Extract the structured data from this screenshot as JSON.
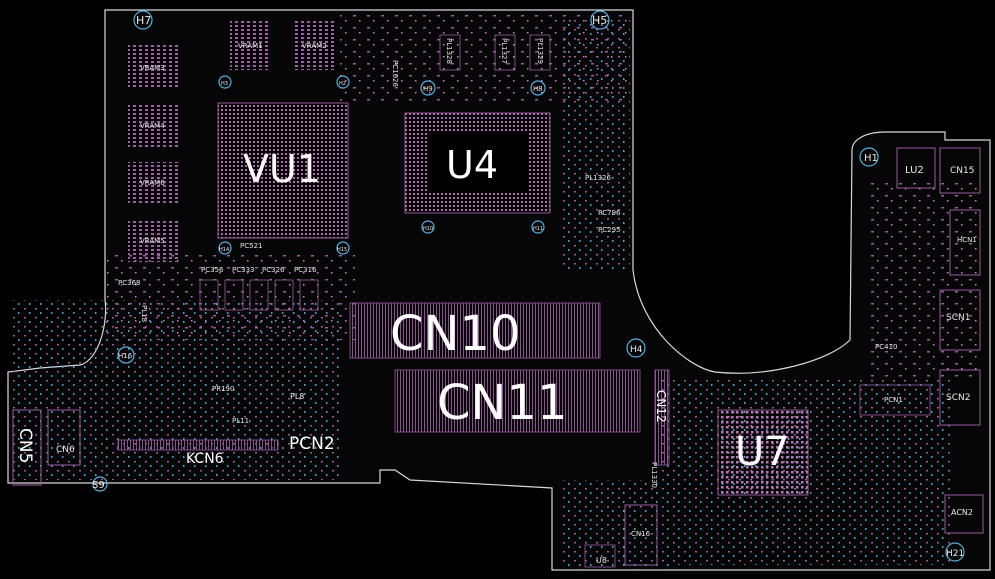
{
  "board": {
    "outline_color": "#d8d8d8",
    "pin_color": "#b06ab0",
    "via_color": "#3fa0d8",
    "text_color": "#ffffff"
  },
  "big_labels": {
    "vu1": "VU1",
    "u4": "U4",
    "cn10": "CN10",
    "cn11": "CN11",
    "u7": "U7"
  },
  "medium_labels": {
    "pcn2": "PCN2",
    "kcn6": "KCN6",
    "cn5": "CN5",
    "cn12": "CN12"
  },
  "small_labels": {
    "vram1": "VRAM1",
    "vram2": "VRAM2",
    "vram3": "VRAM3",
    "vram4": "VRAM4",
    "vram6": "VRAM6",
    "vram5": "VRAM5",
    "h7": "H7",
    "h5": "H5",
    "h1": "H1",
    "h4": "H4",
    "h16": "H16",
    "h21": "H21",
    "h9": "H9",
    "h8": "H8",
    "lu2": "LU2",
    "cn15": "CN15",
    "hcn1": "HCN1",
    "scn1": "SCN1",
    "scn2": "SCN2",
    "pcn1": "PCN1",
    "acn2": "ACN2",
    "cn6": "CN6",
    "cn16": "CN16",
    "u8": "U8",
    "s9": "S9",
    "pl8": "PL8",
    "pl1326": "PL1326",
    "pc796": "PC796",
    "pc295": "PC295",
    "pc368": "PC368",
    "pr190": "PR190",
    "pl11": "PL11",
    "pc410": "PC410",
    "pc356": "PC356",
    "pc333": "PC333",
    "pc326": "PC326",
    "pc316": "PC316",
    "pc521": "PC521",
    "pl18": "PL18",
    "pl1328": "PL1328",
    "pl1327": "PL1327",
    "pl1329": "PL1329",
    "pl1330": "PL1330",
    "pc1026": "PC1026",
    "h10": "H10",
    "h11": "H11",
    "h3": "H3",
    "h2": "H2",
    "h14": "H14",
    "h15": "H15"
  }
}
